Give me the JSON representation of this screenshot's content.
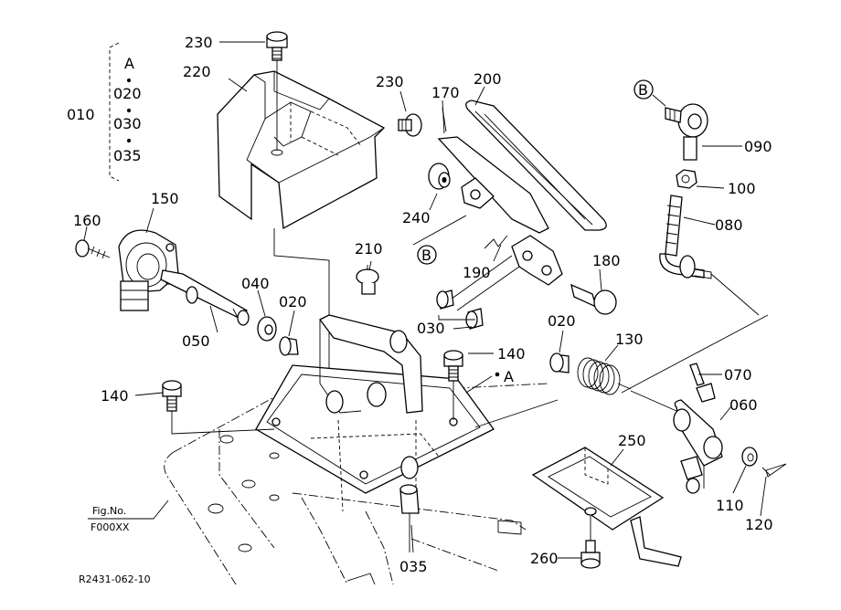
{
  "figure": {
    "fig_no_label": "Fig.No.",
    "fig_no_value": "F000XX",
    "drawing_code": "R2431-062-10"
  },
  "group_note": {
    "main": "010",
    "ref": "A",
    "items": [
      "020",
      "030",
      "035"
    ]
  },
  "callouts": {
    "p230a": "230",
    "p220": "220",
    "p230b": "230",
    "p170": "170",
    "p200": "200",
    "pB1": "B",
    "p090": "090",
    "p100": "100",
    "p080": "080",
    "p150": "150",
    "p160": "160",
    "p240": "240",
    "pB2": "B",
    "p210": "210",
    "p190": "190",
    "p180": "180",
    "p040": "040",
    "p020a": "020",
    "p050": "050",
    "p030": "030",
    "p020b": "020",
    "p130": "130",
    "p140a": "140",
    "pA": "A",
    "p070": "070",
    "p060": "060",
    "p140b": "140",
    "p250": "250",
    "p110": "110",
    "p120": "120",
    "p035": "035",
    "p260": "260"
  }
}
